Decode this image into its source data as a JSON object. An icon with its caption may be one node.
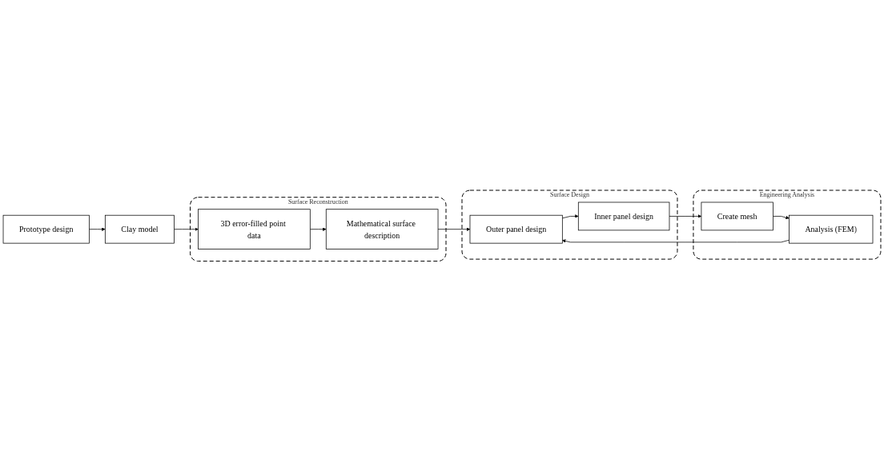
{
  "diagram": {
    "nodes": [
      {
        "text": [
          "Prototype design"
        ]
      },
      {
        "text": [
          "Clay model"
        ]
      },
      {
        "text": [
          "Surface Reconstruction"
        ]
      },
      {
        "text": [
          "3D error-filled point data"
        ],
        "in": 2
      },
      {
        "text": [
          "Mathematical surface description"
        ],
        "in": 2
      },
      {
        "text": [
          "Surface Design"
        ]
      },
      {
        "text": [
          "Outer panel design"
        ],
        "in": 5
      },
      {
        "text": [
          "Inner panel design"
        ],
        "in": 5
      },
      {
        "text": [
          "Engineering Analysis"
        ]
      },
      {
        "text": [
          "Create mesh"
        ],
        "in": 8
      },
      {
        "text": [
          "Analysis (FEM)"
        ],
        "in": 8
      }
    ],
    "edges": [
      {
        "from": 0,
        "to": 1,
        "arrow": "to"
      },
      {
        "from": 1,
        "to": 3,
        "arrow": "to"
      },
      {
        "from": 3,
        "to": 4,
        "arrow": "to"
      },
      {
        "from": 4,
        "to": 6,
        "arrow": "to"
      },
      {
        "from": 6,
        "to": 7,
        "arrow": "to"
      },
      {
        "from": 7,
        "to": 9,
        "arrow": "to"
      },
      {
        "from": 9,
        "to": 10,
        "arrow": "to"
      },
      {
        "from": 10,
        "to": 6,
        "arrow": "to"
      }
    ]
  }
}
